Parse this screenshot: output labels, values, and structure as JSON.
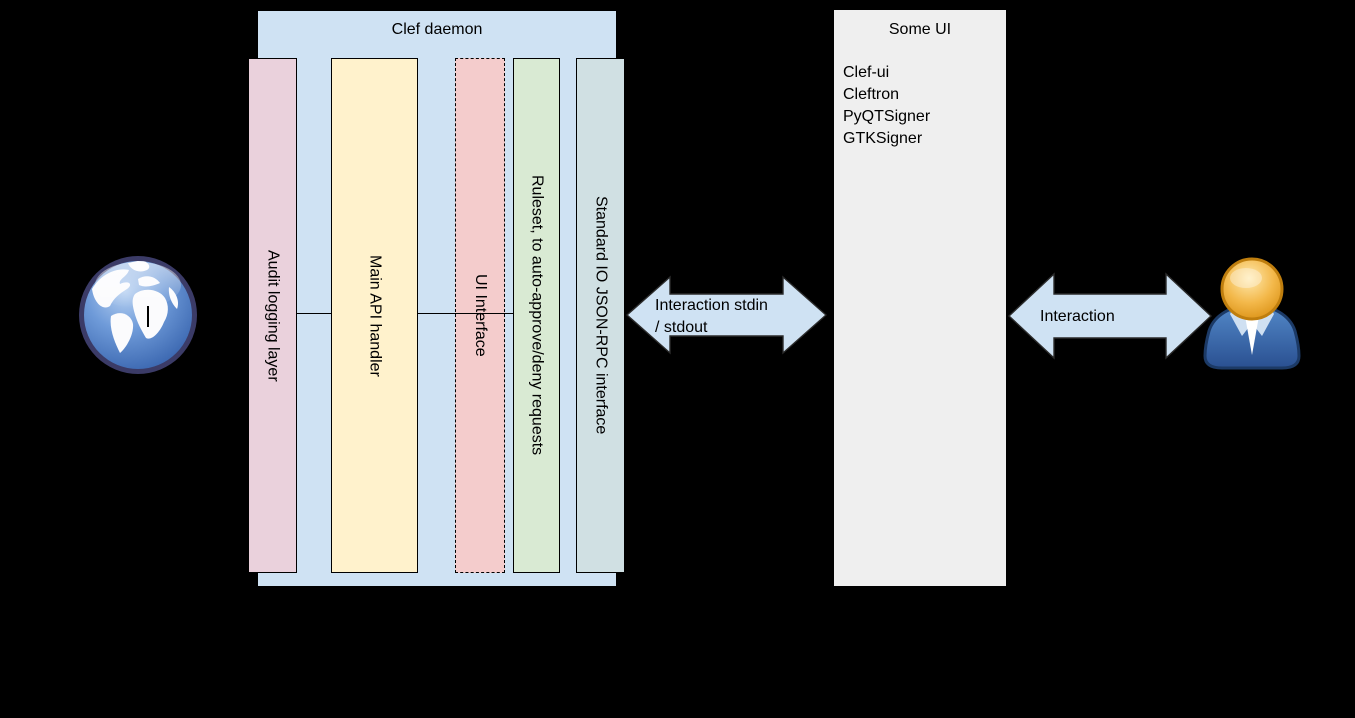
{
  "page": {
    "background": "#000000"
  },
  "clef_daemon": {
    "title": "Clef daemon",
    "fill": "#cfe2f3",
    "bars": [
      {
        "label": "Audit logging layer",
        "fill": "#ead1dc",
        "border": "solid"
      },
      {
        "label": "Main API handler",
        "fill": "#fff2cc",
        "border": "solid"
      },
      {
        "label": "UI Interface",
        "fill": "#f4cccc",
        "border": "dashed"
      },
      {
        "label": "Ruleset, to auto-approve/deny requests",
        "fill": "#d9ead3",
        "border": "solid"
      },
      {
        "label": "Standard IO JSON-RPC interface",
        "fill": "#d0e0e3",
        "border": "solid"
      }
    ]
  },
  "some_ui": {
    "title": "Some UI",
    "fill": "#efefef",
    "items": [
      "Clef-ui",
      "Cleftron",
      "PyQTSigner",
      "GTKSigner"
    ]
  },
  "arrows": {
    "fill": "#cfe2f3",
    "stdin_arrow": {
      "label_line1": "Interaction stdin",
      "label_line2": "/ stdout"
    },
    "user_arrow": {
      "label": "Interaction"
    }
  },
  "icons": {
    "left": "globe-icon",
    "right": "person-icon"
  }
}
